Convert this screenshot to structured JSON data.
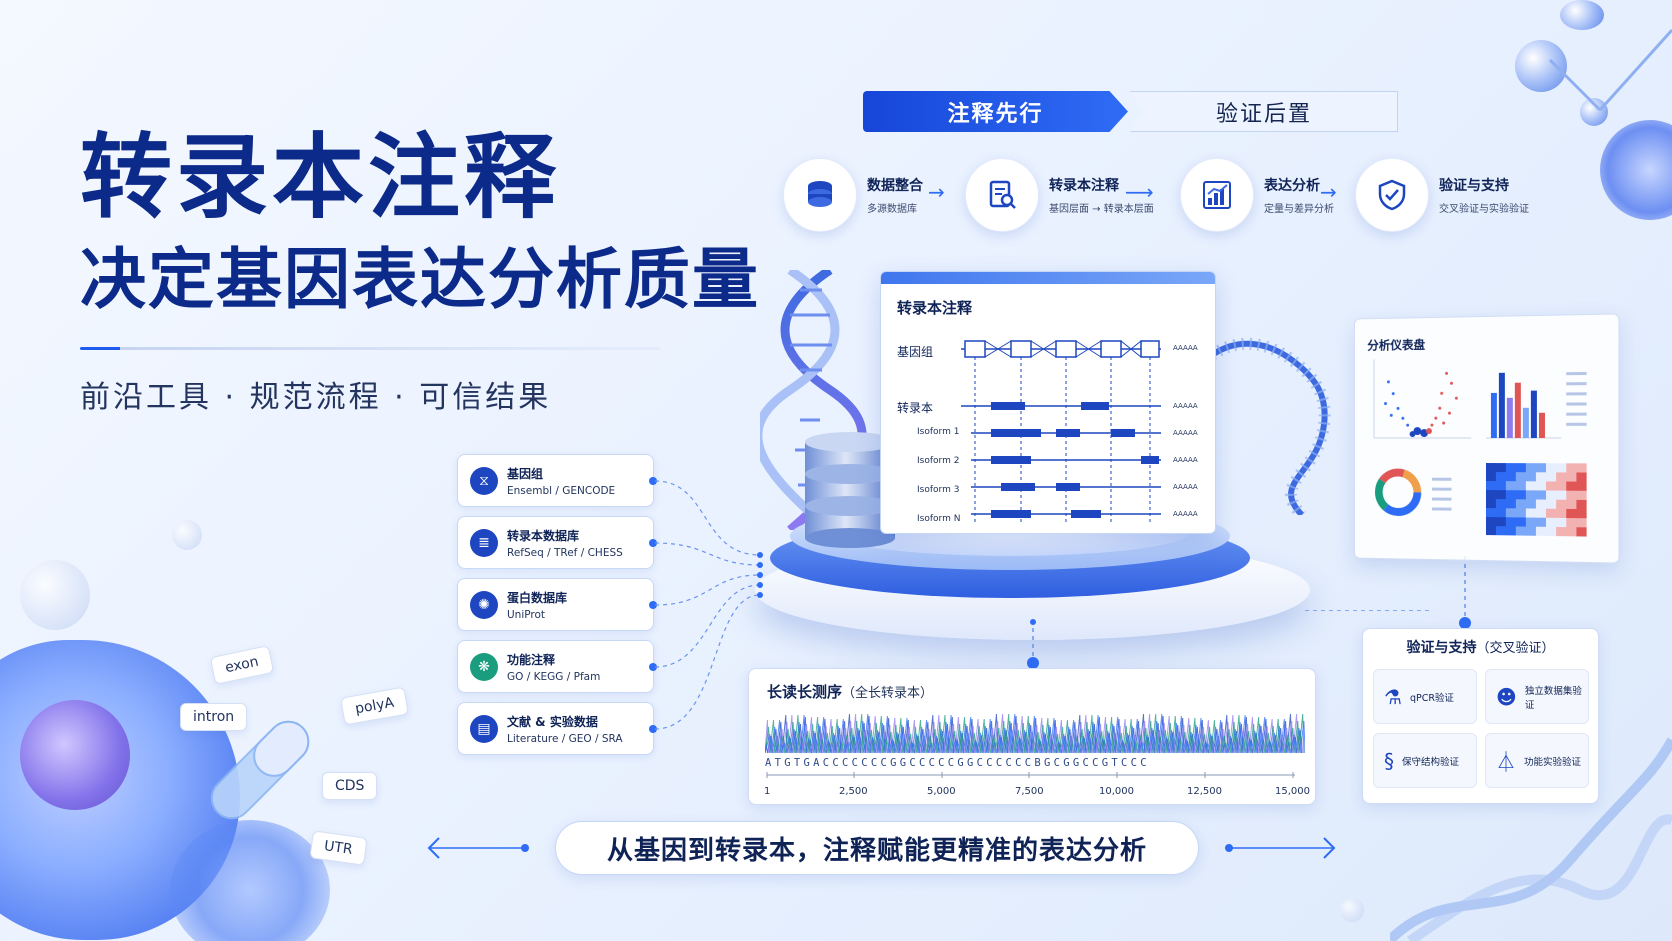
{
  "title": {
    "line1": "转录本注释",
    "line2": "决定基因表达分析质量",
    "subtitle": "前沿工具 · 规范流程 · 可信结果"
  },
  "ribbon": {
    "left": "注释先行",
    "right": "验证后置"
  },
  "steps": [
    {
      "title": "数据整合",
      "sub": "多源数据库",
      "icon": "database-icon"
    },
    {
      "title": "转录本注释",
      "sub": "基因层面 → 转录本层面",
      "icon": "document-search-icon"
    },
    {
      "title": "表达分析",
      "sub": "定量与差异分析",
      "icon": "bar-chart-icon"
    },
    {
      "title": "验证与支持",
      "sub": "交叉验证与实验验证",
      "icon": "shield-check-icon"
    }
  ],
  "sources": [
    {
      "title": "基因组",
      "sub": "Ensembl / GENCODE",
      "icon": "dna-icon",
      "color": "#1d46c0"
    },
    {
      "title": "转录本数据库",
      "sub": "RefSeq / TRef / CHESS",
      "icon": "database-icon",
      "color": "#1d46c0"
    },
    {
      "title": "蛋白数据库",
      "sub": "UniProt",
      "icon": "protein-icon",
      "color": "#1d46c0"
    },
    {
      "title": "功能注释",
      "sub": "GO / KEGG / Pfam",
      "icon": "gear-flower-icon",
      "color": "#1a9c7e"
    },
    {
      "title": "文献 & 实验数据",
      "sub": "Literature / GEO / SRA",
      "icon": "document-icon",
      "color": "#1d46c0"
    }
  ],
  "annotation": {
    "title": "转录本注释",
    "gene_label": "基因组",
    "transcript_label": "转录本",
    "polyA": "AAAAA",
    "isoforms": [
      "Isoform 1",
      "Isoform 2",
      "Isoform 3",
      "Isoform N"
    ]
  },
  "dashboard": {
    "title": "分析仪表盘"
  },
  "longread": {
    "title": "长读长测序",
    "title_note": "（全长转录本）",
    "sequence": "ATGTGACCCCCCCGGCCCCCGGCCCCCCBGCGGCCGTCCC",
    "ticks": [
      "1",
      "2,500",
      "5,000",
      "7,500",
      "10,000",
      "12,500",
      "15,000"
    ]
  },
  "validation": {
    "title": "验证与支持",
    "title_note": "（交叉验证）",
    "items": [
      {
        "label": "qPCR验证",
        "icon": "microscope-icon"
      },
      {
        "label": "独立数据集验证",
        "icon": "people-icon"
      },
      {
        "label": "保守结构验证",
        "icon": "dna-icon"
      },
      {
        "label": "功能实验验证",
        "icon": "flask-icon"
      }
    ]
  },
  "banner": "从基因到转录本，注释赋能更精准的表达分析",
  "tags": [
    "exon",
    "intron",
    "polyA",
    "CDS",
    "UTR"
  ],
  "colors": {
    "primary": "#1646d8",
    "navy": "#0c2a8a",
    "accent": "#2f6cf5"
  }
}
